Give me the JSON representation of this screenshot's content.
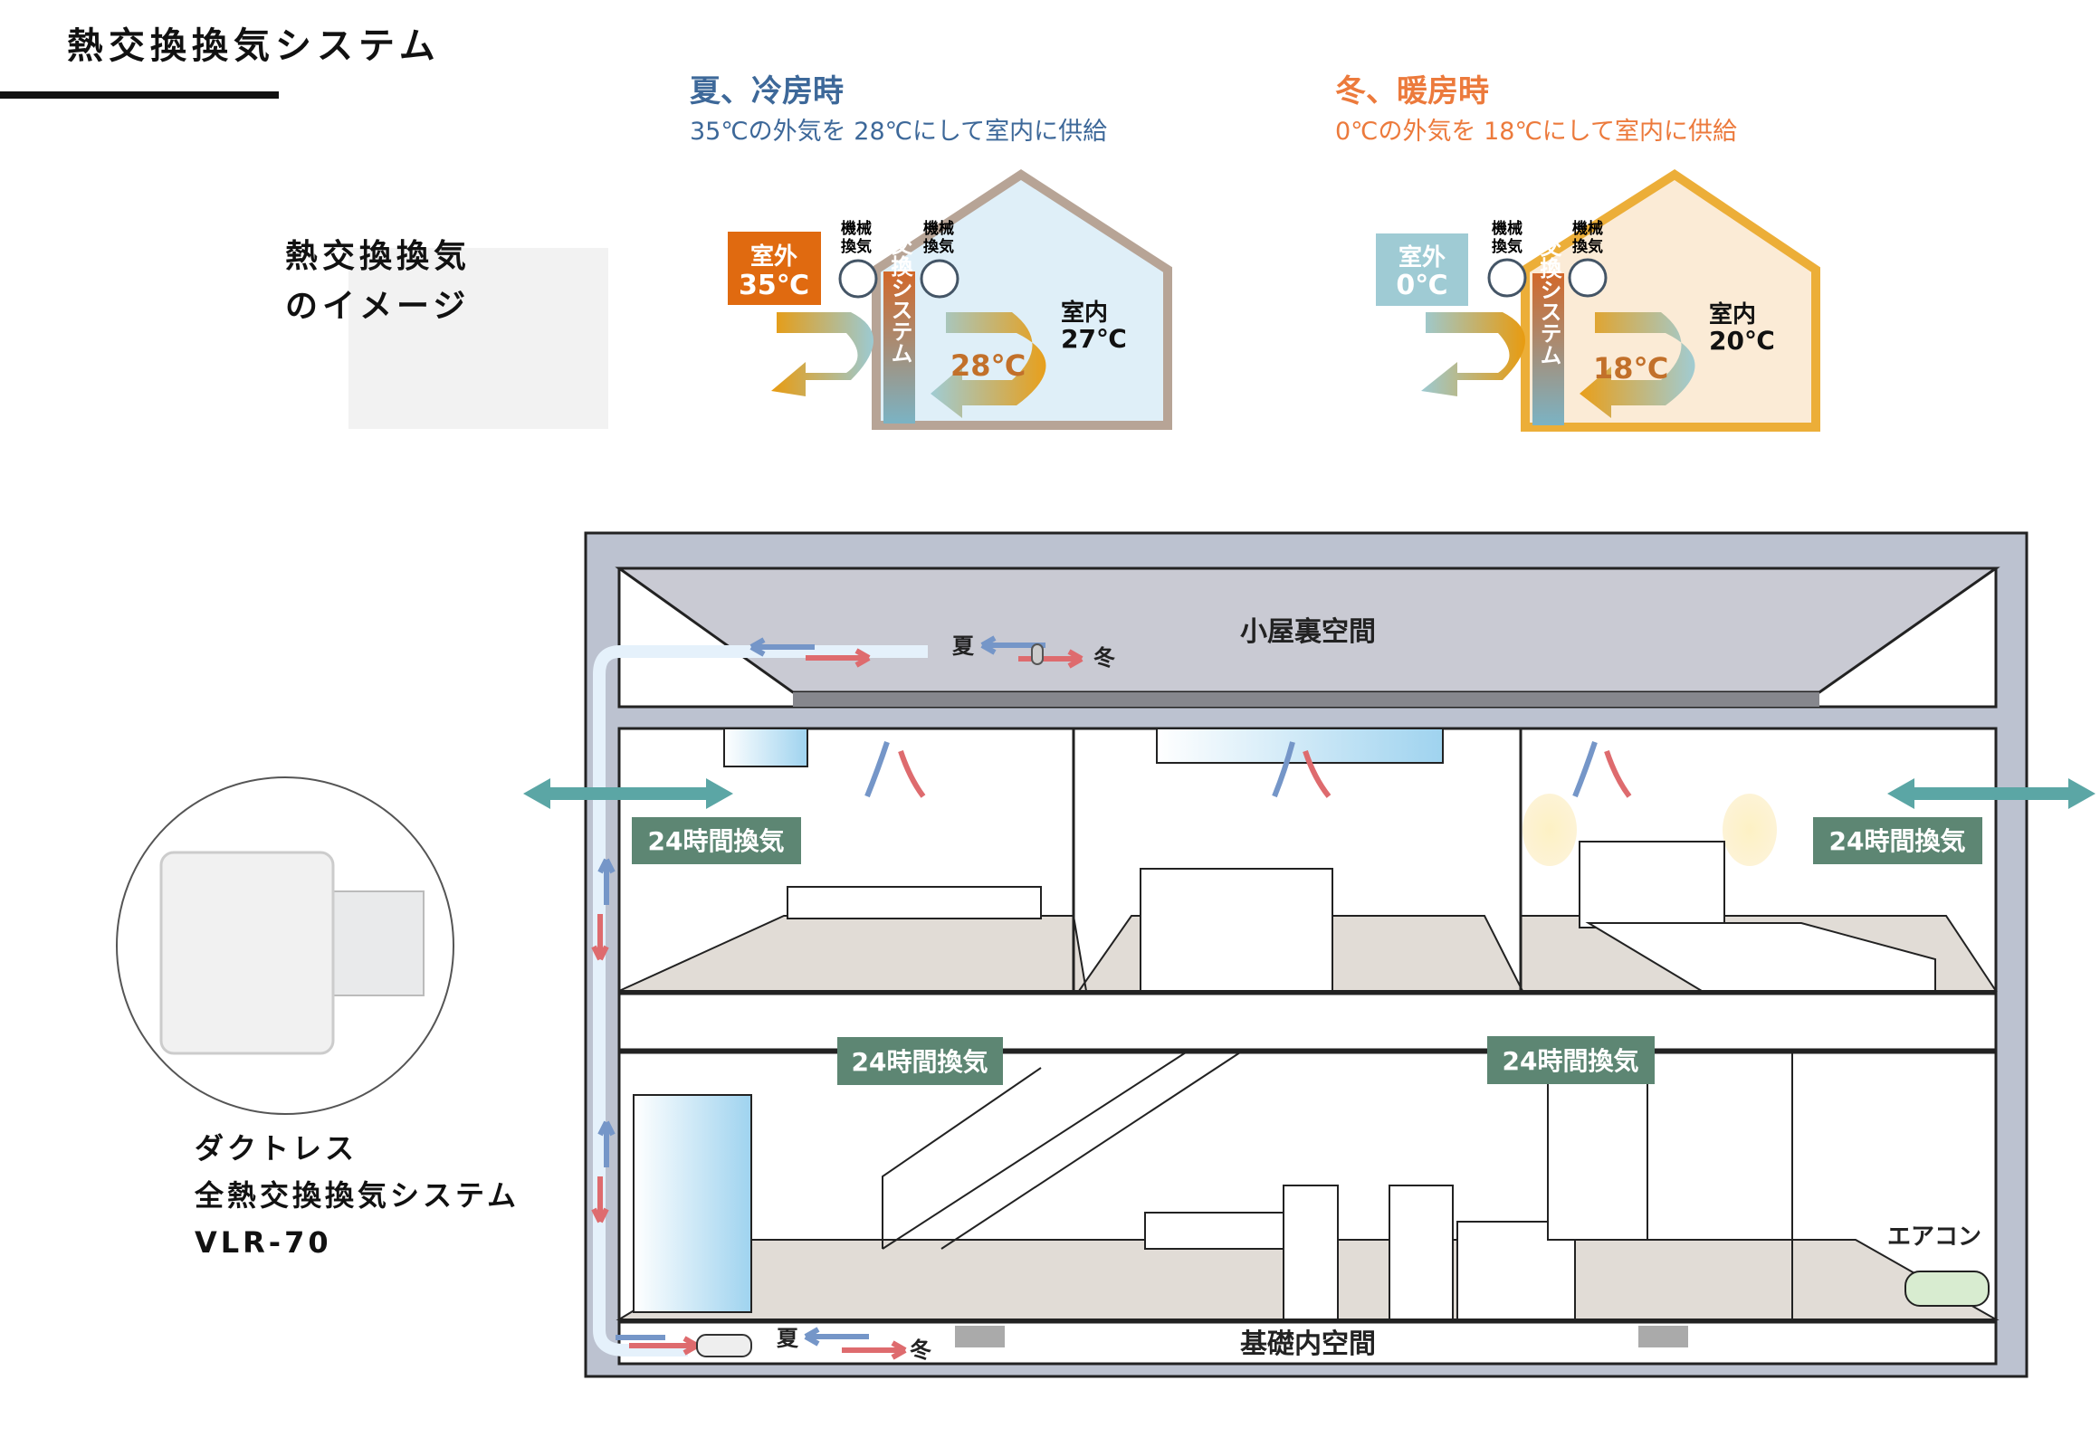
{
  "title": "熱交換換気システム",
  "image_label": [
    "熱交換換気",
    "のイメージ"
  ],
  "summer": {
    "heading": "夏、冷房時",
    "sub": "35℃の外気を 28℃にして室内に供給",
    "outside_label": "室外",
    "outside_temp": "35℃",
    "fan_label": [
      "機械",
      "換気"
    ],
    "system_label": "熱交換システム",
    "supply_temp": "28℃",
    "inside_label": "室内",
    "inside_temp": "27℃",
    "color": "#3d6899"
  },
  "winter": {
    "heading": "冬、暖房時",
    "sub": "0℃の外気を 18℃にして室内に供給",
    "outside_label": "室外",
    "outside_temp": "0℃",
    "fan_label": [
      "機械",
      "換気"
    ],
    "system_label": "熱交換システム",
    "supply_temp": "18℃",
    "inside_label": "室内",
    "inside_temp": "20℃",
    "color": "#ec7a3c"
  },
  "building": {
    "attic": "小屋裏空間",
    "crawl": "基礎内空間",
    "summer_mark": "夏",
    "winter_mark": "冬",
    "ventilation_badge": "24時間換気",
    "aircon": "エアコン"
  },
  "product": {
    "lines": [
      "ダクトレス",
      "全熱交換換気システム",
      "VLR-70"
    ]
  }
}
